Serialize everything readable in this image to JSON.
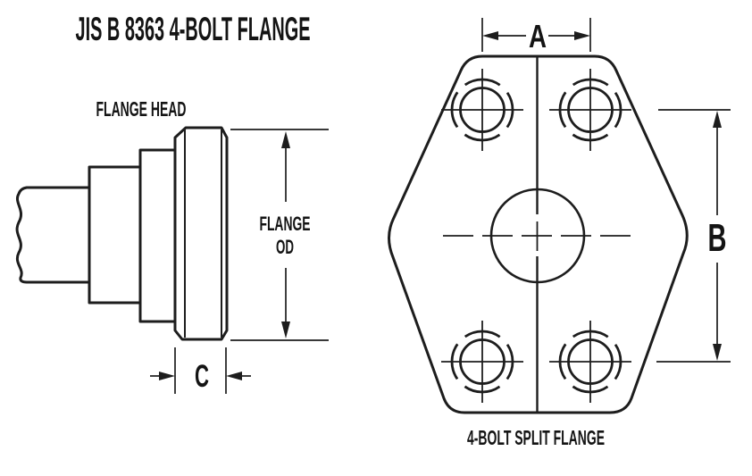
{
  "title": "JIS B 8363 4-BOLT FLANGE",
  "side_view": {
    "flange_head_label": "FLANGE HEAD",
    "od_label_line1": "FLANGE",
    "od_label_line2": "OD",
    "dim_c_label": "C"
  },
  "front_view": {
    "caption": "4-BOLT SPLIT FLANGE",
    "dim_a_label": "A",
    "dim_b_label": "B"
  },
  "colors": {
    "ink": "#1d1d1d",
    "background": "#ffffff"
  }
}
